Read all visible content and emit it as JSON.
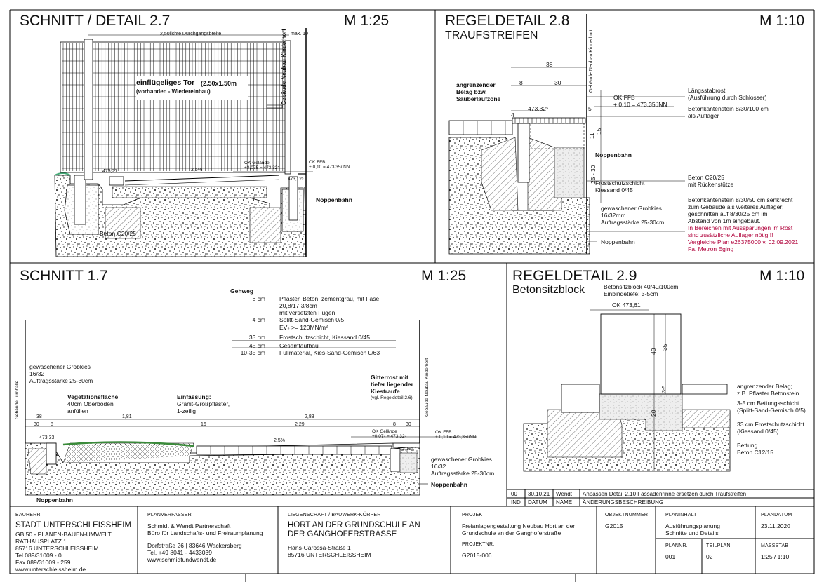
{
  "panels": {
    "schnitt_detail_27": {
      "title": "SCHNITT / DETAIL 2.7",
      "scale": "M 1:25",
      "labels": {
        "width": "2,50lichte Durchgangsbreite",
        "max": "max. 10",
        "gate1": "einflügeliges Tor",
        "gate_size": "(2.50x1.50m",
        "gate2": "(vorhanden - Wiedereinbau)",
        "building": "Gebäude Neubau Kinderhort",
        "level1": "473,27",
        "slope": "2,5%",
        "ok_gelaende": "OK Gelände",
        "ok_gelaende_val": "+0,075 = 473,32⁵",
        "ok_ffb": "OK FFB",
        "ok_ffb_val": "+ 0,10 = 473,35üNN",
        "level2": "473,12⁵",
        "noppenbahn": "Noppenbahn",
        "beton": "Beton C20/25"
      }
    },
    "regeldetail_28": {
      "title": "REGELDETAIL 2.8",
      "subtitle": "TRAUFSTREIFEN",
      "scale": "M 1:10",
      "labels": {
        "dim38": "38",
        "dim8": "8",
        "dim30": "30",
        "belag1": "angrenzender",
        "belag2": "Belag bzw.",
        "belag3": "Sauberlaufzone",
        "building": "Gebäude Neubau Kinderhort",
        "level": "473,32⁵",
        "ok_ffb": "OK FFB",
        "ok_ffb_val": "+ 0,10 = 473,35üNN",
        "d4": "4",
        "d5": "5",
        "d15": "15",
        "d11": "11",
        "d25_30": "25 - 30",
        "laengsstab1": "Längsstabrost",
        "laengsstab2": "(Ausführung durch Schlosser)",
        "kantenstein1": "Betonkantenstein 8/30/100 cm",
        "kantenstein2": "als Auflager",
        "noppenbahn": "Noppenbahn",
        "frost1": "Frostschutzschicht",
        "frost2": "Kiessand 0/45",
        "beton1": "Beton C20/25",
        "beton2": "mit Rückenstütze",
        "kanten_note": [
          "Betonkantenstein 8/30/50 cm senkrecht",
          "zum Gebäude als weiteres Auflager;",
          "geschnitten auf 8/30/25 cm im",
          "Abstand von 1m eingebaut."
        ],
        "red_note": [
          "In Bereichen mit Aussparungen im Rost",
          "sind zusätzliche Auflager nötig!!!",
          "Vergleiche Plan e26375000 v. 02.09.2021",
          "Fa. Metron Eging"
        ],
        "grobkies1": "gewaschener Grobkies",
        "grobkies2": "16/32mm",
        "grobkies3": "Auftragsstärke 25-30cm",
        "noppenbahn2": "Noppenbahn"
      }
    },
    "schnitt_17": {
      "title": "SCHNITT 1.7",
      "scale": "M 1:25",
      "gehweg_title": "Gehweg",
      "layers": [
        {
          "thick": "8 cm",
          "desc": [
            "Pflaster, Beton, zementgrau, mit Fase",
            "20,8/17,3/8cm",
            "mit versetzten Fugen"
          ]
        },
        {
          "thick": "4 cm",
          "desc": [
            "Splitt-Sand-Gemisch 0/5"
          ]
        },
        {
          "thick": "",
          "desc": [
            "EV₂ >= 120MN/m²"
          ]
        },
        {
          "thick": "33 cm",
          "desc": [
            "Frostschutzschicht, Kiessand 0/45"
          ]
        },
        {
          "thick": "45 cm",
          "desc": [
            "Gesamtaufbau"
          ]
        },
        {
          "thick": "10-35 cm",
          "desc": [
            "Füllmaterial, Kies-Sand-Gemisch 0/63"
          ]
        }
      ],
      "labels": {
        "grobkies1": "gewaschener Grobkies",
        "grobkies2": "16/32",
        "grobkies3": "Auftragsstärke 25-30cm",
        "turnhalle": "Gebäude Turnhalle",
        "veg1": "Vegetationsfläche",
        "veg2": "40cm Oberboden",
        "veg3": "anfüllen",
        "einf1": "Einfassung:",
        "einf2": "Granit-Großpflaster,",
        "einf3": "1-zeilig",
        "gitter1": "Gitterrost mit",
        "gitter2": "tiefer liegender",
        "gitter3": "Kiestraufe",
        "gitter4": "(vgl. Regeldetail 2.6)",
        "building": "Gebäude Neubau Kinderhort",
        "d38": "38",
        "d181": "1,81",
        "d283": "2,83",
        "d30": "30",
        "d8": "8",
        "d16": "16",
        "d229": "2,29",
        "d8b": "8",
        "d30b": "30",
        "level1": "473,33",
        "slope": "2,5%",
        "ok_gelaende": "OK Gelände",
        "ok_gelaende_val": "+0,07⁵ = 473,32⁵",
        "ok_ffb": "OK FFB",
        "ok_ffb_val": "+ 0,10 = 473,35üNN",
        "level2": "473,12⁵",
        "grobkies_r1": "gewaschener Grobkies",
        "grobkies_r2": "16/32",
        "grobkies_r3": "Auftragsstärke 25-30cm",
        "noppenbahn_r": "Noppenbahn",
        "noppenbahn_l": "Noppenbahn"
      }
    },
    "regeldetail_29": {
      "title": "REGELDETAIL 2.9",
      "subtitle": "Betonsitzblock",
      "scale": "M 1:10",
      "labels": {
        "block1": "Betonsitzblock 40/40/100cm",
        "block2": "Einbindetiefe: 3-5cm",
        "ok": "OK 473,61",
        "d40": "40",
        "d35": "35",
        "d35b": "3-5",
        "d20": "20",
        "belag1": "angrenzender Belag;",
        "belag2": "z.B. Pflaster Betonstein",
        "bett1": "3-5 cm Bettungsschicht",
        "bett2": "(Splitt-Sand-Gemisch 0/5)",
        "frost1": "33 cm Frostschutzschicht",
        "frost2": "(Kiessand 0/45)",
        "bettung1": "Bettung",
        "bettung2": "Beton C12/15"
      }
    }
  },
  "revision": {
    "row": [
      "00",
      "30.10.21",
      "Wendt",
      "Anpassen Detail 2.10 Fassadenrinne ersetzen durch Traufstreifen"
    ],
    "header": [
      "IND",
      "DATUM",
      "NAME",
      "ÄNDERUNGSBESCHREIBUNG"
    ]
  },
  "titleblock": {
    "bauherr_lbl": "BAUHERR",
    "bauherr_name": "STADT UNTERSCHLEISSHEIM",
    "bauherr_lines": [
      "GB 50 - PLANEN-BAUEN-UMWELT",
      "RATHAUSPLATZ 1",
      "85716 UNTERSCHLEISSHEIM",
      "Tel 089/31009 - 0",
      "Fax 089/31009 - 259",
      "www.unterschleissheim.de"
    ],
    "verf_lbl": "PLANVERFASSER",
    "verf_lines": [
      "Schmidt & Wendt Partnerschaft",
      "Büro für Landschafts- und Freiraumplanung"
    ],
    "verf_addr": [
      "Dorfstraße 26 | 83646 Wackersberg",
      "Tel. +49 8041 - 4433039",
      "www.schmidtundwendt.de"
    ],
    "lieg_lbl": "LIEGENSCHAFT / BAUWERK-KÖRPER",
    "lieg_name": [
      "HORT AN DER GRUNDSCHULE AN",
      "DER GANGHOFERSTRASSE"
    ],
    "lieg_addr": [
      "Hans-Carossa-Straße 1",
      "85716 UNTERSCHLEISSHEIM"
    ],
    "proj_lbl": "PROJEKT",
    "proj_val": [
      "Freianlagengestaltung Neubau Hort an der",
      "Grundschule an der Ganghoferstraße"
    ],
    "projnr_lbl": "PROJEKTNR.",
    "projnr_val": "G2015-006",
    "objnr_lbl": "OBJEKTNUMMER",
    "objnr_val": "G2015",
    "inhalt_lbl": "PLANINHALT",
    "inhalt_val": [
      "Ausführungsplanung",
      "Schnitte und Details"
    ],
    "datum_lbl": "PLANDATUM",
    "datum_val": "23.11.2020",
    "plannr_lbl": "PLANNR.",
    "plannr_val": "001",
    "teil_lbl": "TEILPLAN",
    "teil_val": "02",
    "mass_lbl": "MASSSTAB",
    "mass_val": "1:25 / 1:10"
  }
}
